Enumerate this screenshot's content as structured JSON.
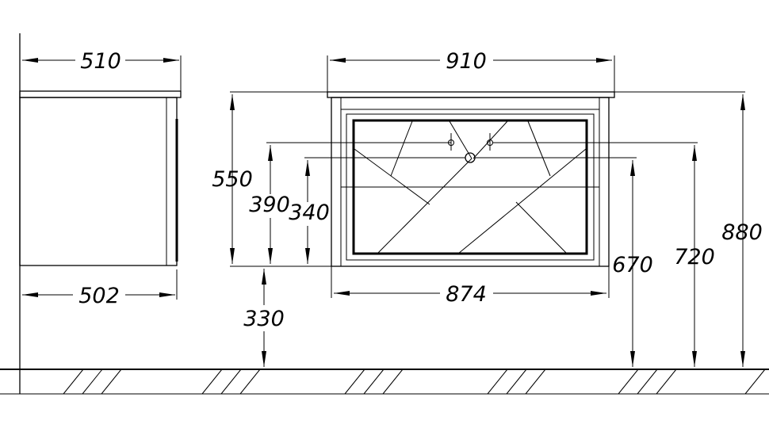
{
  "dimensions": {
    "side_top_width": "510",
    "side_bottom_width": "502",
    "front_top_width": "910",
    "front_bottom_width": "874",
    "cabinet_height": "550",
    "pipe_height_1": "390",
    "pipe_height_2": "340",
    "floor_clearance": "330",
    "drain_height": "670",
    "pipe_total_height": "720",
    "total_height": "880"
  }
}
